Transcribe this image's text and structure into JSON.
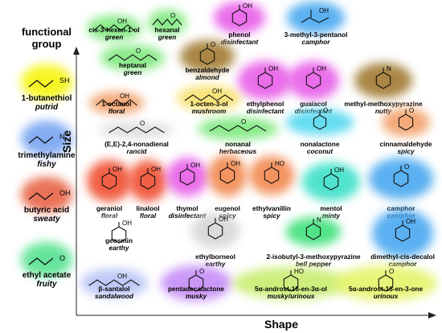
{
  "legend": {
    "title_line1": "functional",
    "title_line2": "group",
    "items": [
      {
        "name": "1-butanethiol",
        "odor": "putrid",
        "group_label": "SH",
        "color": "#f4f400"
      },
      {
        "name": "trimethylamine",
        "odor": "fishy",
        "group_label": "N",
        "color": "#6f9ff0"
      },
      {
        "name": "butyric acid",
        "odor": "sweaty",
        "group_label": "OH",
        "color": "#e65a3a"
      },
      {
        "name": "ethyl acetate",
        "odor": "fruity",
        "group_label": "O",
        "color": "#4ee08a"
      }
    ]
  },
  "axes": {
    "x_label": "Shape",
    "y_label": "Size"
  },
  "molecules": [
    {
      "name": "cis-3-hexen-1-ol",
      "odor": "green",
      "color": "#7ee87e",
      "glyph": "OH"
    },
    {
      "name": "hexanal",
      "odor": "green",
      "color": "#7ee87e",
      "glyph": "O"
    },
    {
      "name": "phenol",
      "odor": "disinfectant",
      "color": "#e85ee8",
      "glyph": "OH"
    },
    {
      "name": "3-methyl-3-pentanol",
      "odor": "camphor",
      "color": "#49a8f0",
      "glyph": "OH"
    },
    {
      "name": "heptanal",
      "odor": "green",
      "color": "#7ee87e",
      "glyph": "O"
    },
    {
      "name": "benzaldehyde",
      "odor": "almond",
      "color": "#a07a32",
      "glyph": "O"
    },
    {
      "name": "1-octanol",
      "odor": "floral",
      "color": "#f2a06a",
      "glyph": "OH"
    },
    {
      "name": "1-octen-3-ol",
      "odor": "mushroom",
      "color": "#f6e06a",
      "glyph": "OH"
    },
    {
      "name": "ethylphenol",
      "odor": "disinfectant",
      "color": "#e85ee8",
      "glyph": "OH"
    },
    {
      "name": "guaiacol",
      "odor": "disinfectant",
      "color": "#e85ee8",
      "glyph": "OH"
    },
    {
      "name": "methyl-methoxypyrazine",
      "odor": "nutty",
      "color": "#a07a32",
      "glyph": "N"
    },
    {
      "name": "(E,E)-2,4-nonadienal",
      "odor": "rancid",
      "color": "#dddddd",
      "glyph": "O"
    },
    {
      "name": "nonanal",
      "odor": "herbaceous",
      "color": "#7ee87e",
      "glyph": "O"
    },
    {
      "name": "nonalactone",
      "odor": "coconut",
      "color": "#54d8f0",
      "glyph": "O"
    },
    {
      "name": "cinnamaldehyde",
      "odor": "spicy",
      "color": "#f2a06a",
      "glyph": "O"
    },
    {
      "name": "geraniol",
      "odor": "floral",
      "color": "#f05030",
      "glyph": "OH"
    },
    {
      "name": "linalool",
      "odor": "floral",
      "color": "#f05030",
      "glyph": "OH"
    },
    {
      "name": "thymol",
      "odor": "disinfectant",
      "color": "#e85ee8",
      "glyph": "OH"
    },
    {
      "name": "eugenol",
      "odor": "spicy",
      "color": "#f28850",
      "glyph": "OH"
    },
    {
      "name": "ethylvanillin",
      "odor": "spicy",
      "color": "#f28850",
      "glyph": "HO"
    },
    {
      "name": "mentol",
      "odor": "minty",
      "color": "#3ee0c8",
      "glyph": "OH"
    },
    {
      "name": "camphor",
      "odor": "camphor",
      "color": "#49a8f0",
      "glyph": "O"
    },
    {
      "name": "geosmin",
      "odor": "earthy",
      "color": "#ffffff",
      "glyph": "OH"
    },
    {
      "name": "ethylborneol",
      "odor": "earthy",
      "color": "#d6d6d6",
      "glyph": "OH"
    },
    {
      "name": "2-isobutyl-3-methoxypyrazine",
      "odor": "bell pepper",
      "color": "#3ee07a",
      "glyph": "N"
    },
    {
      "name": "dimethyl-cis-decalol",
      "odor": "camphor",
      "color": "#49a8f0",
      "glyph": "OH"
    },
    {
      "name": "β-santalol",
      "odor": "sandalwood",
      "color": "#b8c4f6",
      "glyph": "OH"
    },
    {
      "name": "pentadecalactone",
      "odor": "musky",
      "color": "#c48cf6",
      "glyph": "O"
    },
    {
      "name": "5α-androst-16-en-3α-ol",
      "odor": "musky/urinous",
      "color": "#c8ec6e",
      "glyph": "HO"
    },
    {
      "name": "5α-androst-16-en-3-one",
      "odor": "urinous",
      "color": "#e4f46a",
      "glyph": "O"
    }
  ]
}
